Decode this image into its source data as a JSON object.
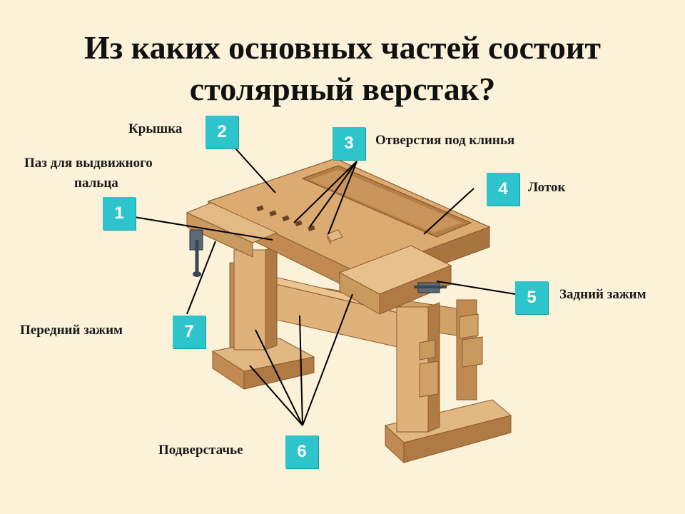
{
  "title_line1": "Из каких основных частей состоит",
  "title_line2": "столярный верстак?",
  "parts": [
    {
      "number": "1",
      "label_line1": "Паз для выдвижного",
      "label_line2": "пальца"
    },
    {
      "number": "2",
      "label": "Крышка"
    },
    {
      "number": "3",
      "label": "Отверстия под клинья"
    },
    {
      "number": "4",
      "label": "Лоток"
    },
    {
      "number": "5",
      "label": "Задний зажим"
    },
    {
      "number": "6",
      "label": "Подверстачье"
    },
    {
      "number": "7",
      "label": "Передний зажим"
    }
  ],
  "colors": {
    "background": "#fbf2d9",
    "badge": "#2ec4cc",
    "wood_top": "#d9ab74",
    "wood_side": "#c08a52",
    "wood_dark": "#9c6a3a"
  }
}
